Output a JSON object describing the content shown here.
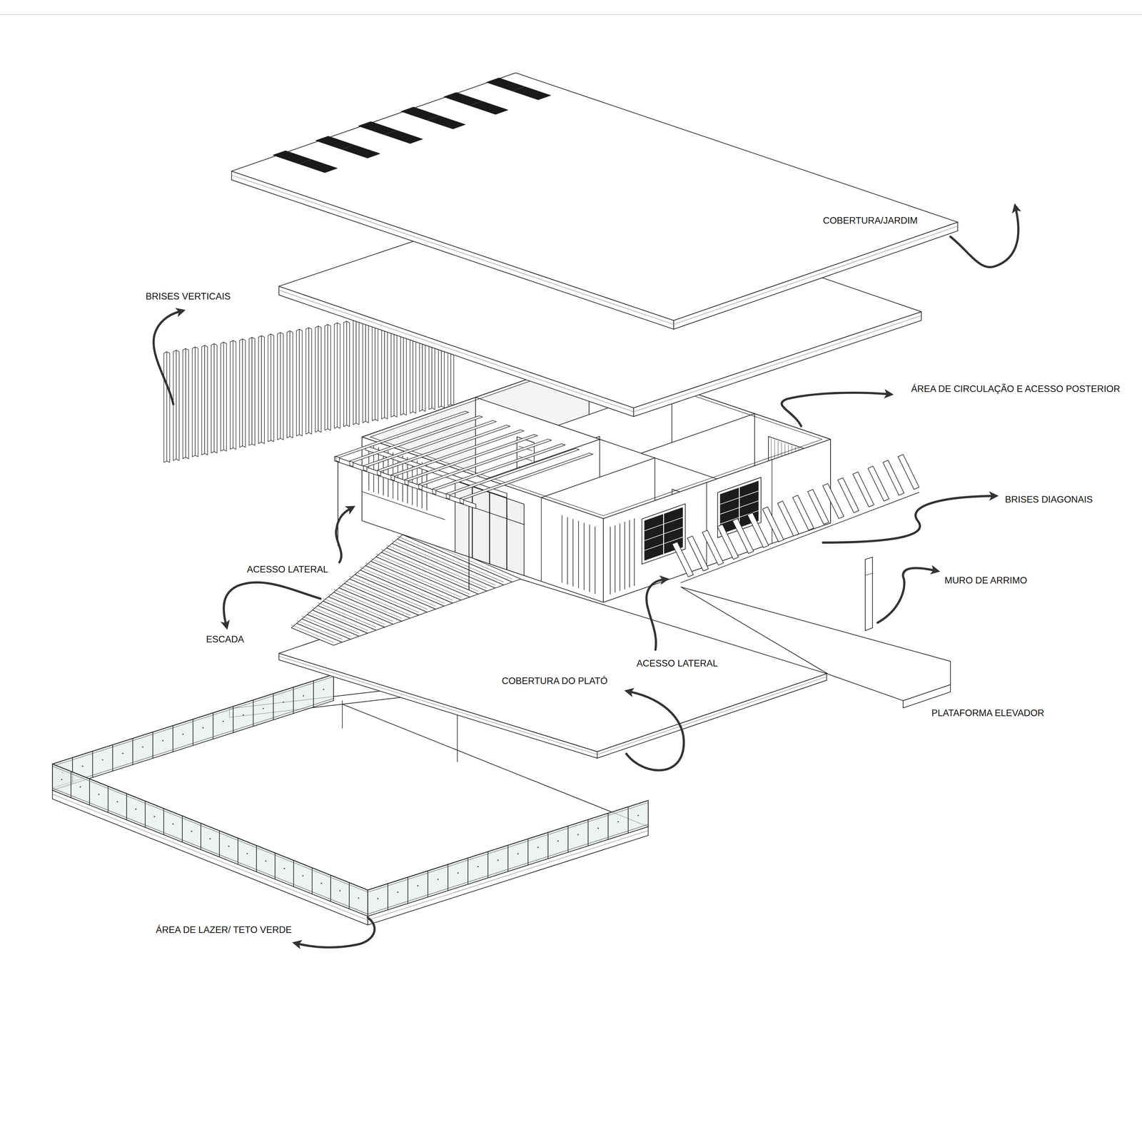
{
  "diagram": {
    "labels": [
      "COBERTURA/JARDIM",
      "BRISES VERTICAIS",
      "ÁREA DE CIRCULAÇÃO E ACESSO POSTERIOR",
      "BRISES DIAGONAIS",
      "ACESSO LATERAL",
      "MURO DE ARRIMO",
      "ESCADA",
      "ACESSO LATERAL",
      "COBERTURA DO PLATÓ",
      "PLATAFORMA ELEVADOR",
      "ÁREA DE LAZER/ TETO VERDE"
    ]
  }
}
